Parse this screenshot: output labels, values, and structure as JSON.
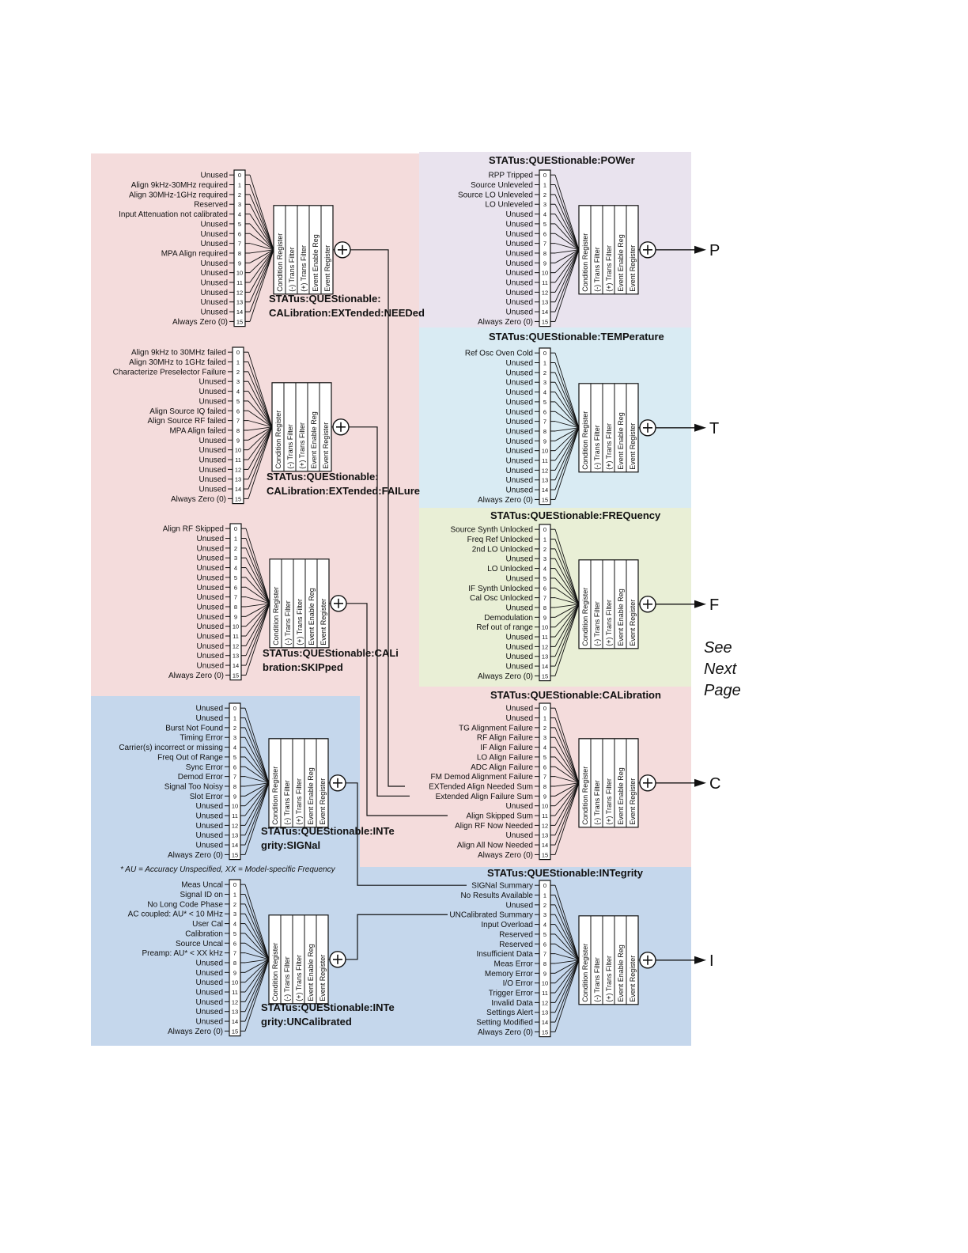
{
  "colors": {
    "red": "#f4dcdc",
    "purple": "#e9e3ee",
    "cyan": "#d9ebf3",
    "green": "#e9efd6",
    "blue": "#c5d7ec",
    "line": "#111111"
  },
  "group_labels": [
    "Condition Register",
    "(-) Trans Filter",
    "(+) Trans Filter",
    "Event Enable Reg",
    "Event Register"
  ],
  "bit_numbers": [
    "0",
    "1",
    "2",
    "3",
    "4",
    "5",
    "6",
    "7",
    "8",
    "9",
    "10",
    "11",
    "12",
    "13",
    "14",
    "15"
  ],
  "outputs": {
    "P": "P",
    "T": "T",
    "F": "F",
    "C": "C",
    "I": "I"
  },
  "note": "* AU = Accuracy Unspecified, XX = Model-specific Frequency",
  "see_next": [
    "See",
    "Next",
    "Page"
  ],
  "registers": [
    {
      "id": "cal-needed",
      "title": [
        "STATus:QUEStionable:",
        "CALibration:EXTended:NEEDed"
      ],
      "bits": [
        "Unused",
        "Align 9kHz-30MHz required",
        "Align 30MHz-1GHz required",
        "Reserved",
        "Input Attenuation not calibrated",
        "Unused",
        "Unused",
        "Unused",
        "MPA Align required",
        "Unused",
        "Unused",
        "Unused",
        "Unused",
        "Unused",
        "Unused",
        "Always Zero (0)"
      ]
    },
    {
      "id": "cal-failure",
      "title": [
        "STATus:QUEStionable:",
        "CALibration:EXTended:FAILure"
      ],
      "bits": [
        "Align 9kHz to 30MHz failed",
        "Align 30MHz to 1GHz failed",
        "Characterize Preselector Failure",
        "Unused",
        "Unused",
        "Unused",
        "Align Source IQ failed",
        "Align Source RF failed",
        "MPA Align failed",
        "Unused",
        "Unused",
        "Unused",
        "Unused",
        "Unused",
        "Unused",
        "Always Zero (0)"
      ]
    },
    {
      "id": "cal-skipped",
      "title": [
        "STATus:QUEStionable:CALi",
        "bration:SKIPped"
      ],
      "bits": [
        "Align RF Skipped",
        "Unused",
        "Unused",
        "Unused",
        "Unused",
        "Unused",
        "Unused",
        "Unused",
        "Unused",
        "Unused",
        "Unused",
        "Unused",
        "Unused",
        "Unused",
        "Unused",
        "Always Zero (0)"
      ]
    },
    {
      "id": "int-signal",
      "title": [
        "STATus:QUEStionable:INTe",
        "grity:SIGNal"
      ],
      "bits": [
        "Unused",
        "Unused",
        "Burst Not Found",
        "Timing Error",
        "Carrier(s) incorrect or missing",
        "Freq Out of Range",
        "Sync Error",
        "Demod Error",
        "Signal Too Noisy",
        "Slot Error",
        "Unused",
        "Unused",
        "Unused",
        "Unused",
        "Unused",
        "Always Zero (0)"
      ]
    },
    {
      "id": "int-uncal",
      "title": [
        "STATus:QUEStionable:INTe",
        "grity:UNCalibrated"
      ],
      "bits": [
        "Meas Uncal",
        "Signal ID on",
        "No Long Code Phase",
        "AC coupled: AU* < 10 MHz",
        "User Cal",
        "Calibration",
        "Source Uncal",
        "Preamp: AU* < XX kHz",
        "Unused",
        "Unused",
        "Unused",
        "Unused",
        "Unused",
        "Unused",
        "Unused",
        "Always Zero (0)"
      ]
    },
    {
      "id": "power",
      "title": [
        "STATus:QUEStionable:POWer"
      ],
      "bits": [
        "RPP Tripped",
        "Source Unleveled",
        "Source LO Unleveled",
        "LO Unleveled",
        "Unused",
        "Unused",
        "Unused",
        "Unused",
        "Unused",
        "Unused",
        "Unused",
        "Unused",
        "Unused",
        "Unused",
        "Unused",
        "Always Zero (0)"
      ]
    },
    {
      "id": "temperature",
      "title": [
        "STATus:QUEStionable:TEMPerature"
      ],
      "bits": [
        "Ref Osc Oven Cold",
        "Unused",
        "Unused",
        "Unused",
        "Unused",
        "Unused",
        "Unused",
        "Unused",
        "Unused",
        "Unused",
        "Unused",
        "Unused",
        "Unused",
        "Unused",
        "Unused",
        "Always Zero (0)"
      ]
    },
    {
      "id": "frequency",
      "title": [
        "STATus:QUEStionable:FREQuency"
      ],
      "bits": [
        "Source Synth Unlocked",
        "Freq Ref Unlocked",
        "2nd LO Unlocked",
        "Unused",
        "LO Unlocked",
        "Unused",
        "IF Synth Unlocked",
        "Cal Osc Unlocked",
        "Unused",
        "Demodulation",
        "Ref out of range",
        "Unused",
        "Unused",
        "Unused",
        "Unused",
        "Always Zero (0)"
      ]
    },
    {
      "id": "calibration",
      "title": [
        "STATus:QUEStionable:CALibration"
      ],
      "bits": [
        "Unused",
        "Unused",
        "TG Alignment Failure",
        "RF Align Failure",
        "IF Align Failure",
        "LO Align Failure",
        "ADC Align Failure",
        "FM Demod Alignment Failure",
        "EXTended Align Needed Sum",
        "Extended Align Failure Sum",
        "Unused",
        "Align Skipped Sum",
        "Align RF Now Needed",
        "Unused",
        "Align All Now Needed",
        "Always Zero (0)"
      ]
    },
    {
      "id": "integrity",
      "title": [
        "STATus:QUEStionable:INTegrity"
      ],
      "bits": [
        "SIGNal Summary",
        "No Results Available",
        "Unused",
        "UNCalibrated Summary",
        "Input Overload",
        "Reserved",
        "Reserved",
        "Insufficient Data",
        "Meas Error",
        "Memory Error",
        "I/O Error",
        "Trigger Error",
        "Invalid Data",
        "Settings Alert",
        "Setting Modified",
        "Always Zero (0)"
      ]
    }
  ]
}
